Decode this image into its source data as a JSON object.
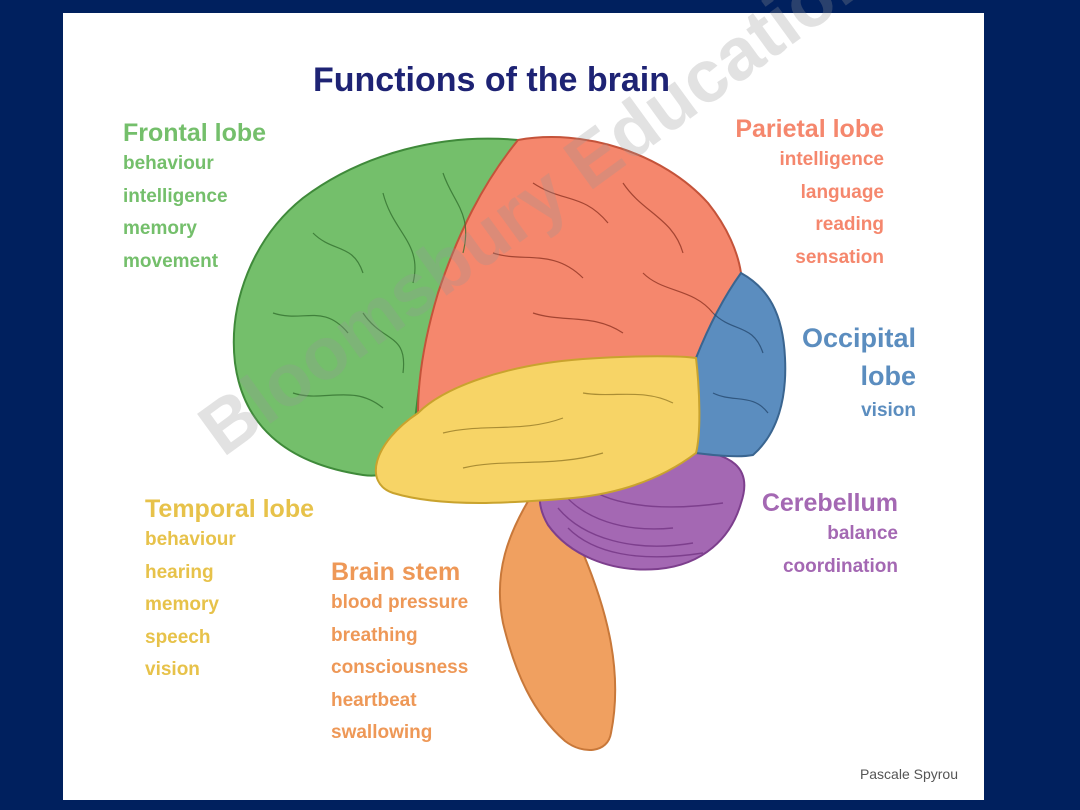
{
  "title": "Functions of the brain",
  "colors": {
    "background": "#00205e",
    "title": "#1e2374",
    "frontal": "#74bf6b",
    "parietal": "#f5876d",
    "occipital": "#5b8dbf",
    "temporal": "#f7d466",
    "cerebellum": "#a468b3",
    "brain_stem": "#f0a060"
  },
  "lobes": {
    "frontal": {
      "name": "Frontal lobe",
      "functions": [
        "behaviour",
        "intelligence",
        "memory",
        "movement"
      ]
    },
    "parietal": {
      "name": "Parietal lobe",
      "functions": [
        "intelligence",
        "language",
        "reading",
        "sensation"
      ]
    },
    "occipital": {
      "name_line1": "Occipital",
      "name_line2": "lobe",
      "functions": [
        "vision"
      ]
    },
    "cerebellum": {
      "name": "Cerebellum",
      "functions": [
        "balance",
        "coordination"
      ]
    },
    "temporal": {
      "name": "Temporal lobe",
      "functions": [
        "behaviour",
        "hearing",
        "memory",
        "speech",
        "vision"
      ]
    },
    "brain_stem": {
      "name": "Brain stem",
      "functions": [
        "blood pressure",
        "breathing",
        "consciousness",
        "heartbeat",
        "swallowing"
      ]
    }
  },
  "watermark": "Bloomsbury Educational",
  "credit": "Pascale Spyrou"
}
